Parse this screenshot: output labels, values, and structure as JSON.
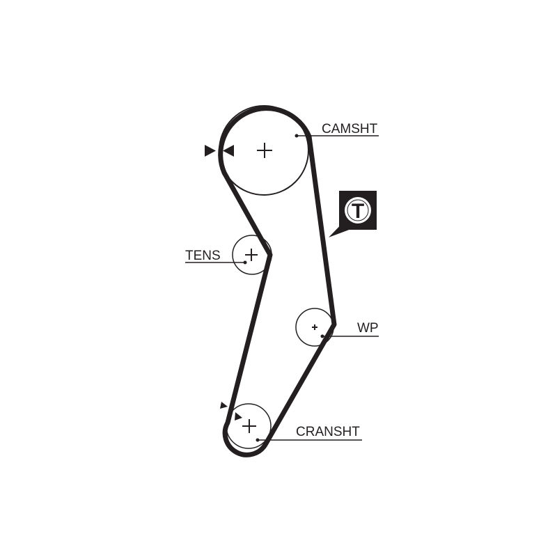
{
  "labels": {
    "camshaft": "CAMSHT",
    "tensioner": "TENS",
    "water_pump": "WP",
    "crankshaft": "CRANSHT"
  },
  "badge": {
    "letter": "T",
    "icon": "tensioner-marker-icon"
  },
  "colors": {
    "ink": "#231f20",
    "background": "#ffffff"
  }
}
